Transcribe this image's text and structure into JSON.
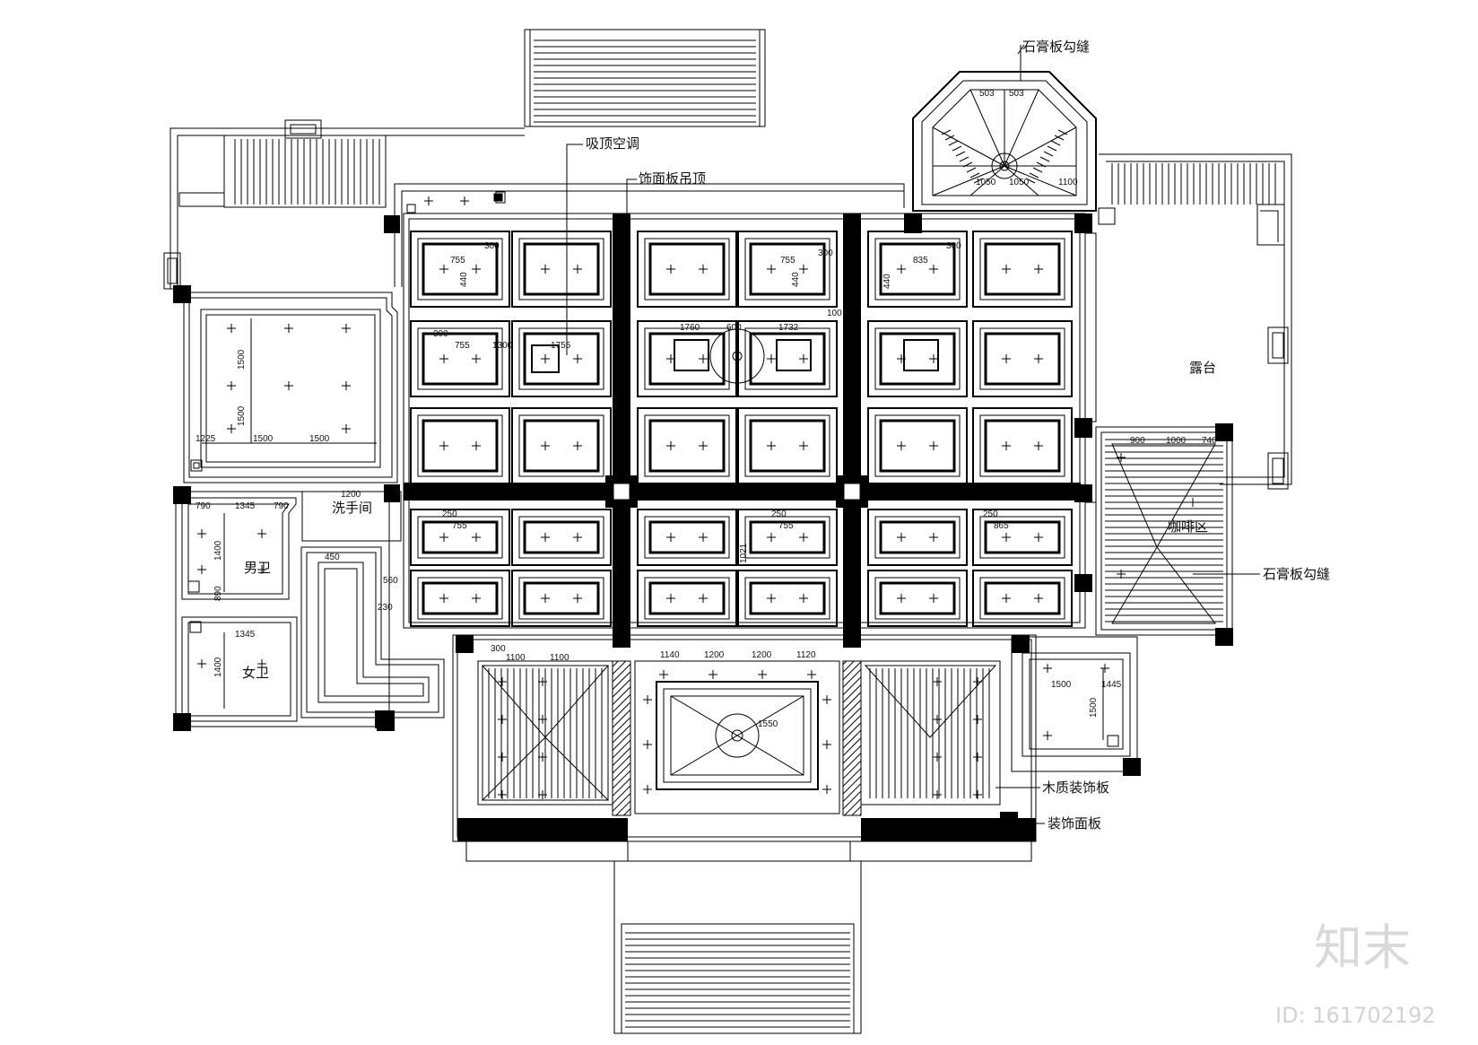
{
  "drawing": {
    "labels": {
      "top_gypsum_seam": "石膏板勾缝",
      "ceiling_ac": "吸顶空调",
      "veneer_ceiling": "饰面板吊顶",
      "terrace": "露台",
      "cafe": "咖啡区",
      "right_gypsum_seam": "石膏板勾缝",
      "wood_decor": "木质装饰板",
      "decor_panel": "装饰面板",
      "washroom": "洗手间",
      "mens": "男卫",
      "womens": "女卫"
    },
    "dimensions": {
      "d300a": "300",
      "d755a": "755",
      "d440a": "440",
      "d755b": "755",
      "d300b": "300",
      "d440b": "440",
      "d835": "835",
      "d300c": "300",
      "d440c": "440",
      "d300d": "300",
      "d755c": "755",
      "d1300": "1300",
      "d1755": "1755",
      "d1760": "1760",
      "d600": "600",
      "d1732": "1732",
      "d100": "100",
      "d1500a": "1500",
      "d1500b": "1500",
      "d1500c": "1500",
      "d1500d": "1500",
      "d1225": "1225",
      "d250a": "250",
      "d755d": "755",
      "d250b": "250",
      "d755e": "755",
      "d250c": "250",
      "d865": "865",
      "d1021": "1021",
      "d900": "900",
      "d1000": "1000",
      "d740": "740",
      "d1200": "1200",
      "d790a": "790",
      "d1345a": "1345",
      "d790b": "790",
      "d1400a": "1400",
      "d890": "890",
      "d1345b": "1345",
      "d1400b": "1400",
      "d450": "450",
      "d560": "560",
      "d230": "230",
      "d300e": "300",
      "d1100a": "1100",
      "d1100b": "1100",
      "d1140": "1140",
      "d1200b": "1200",
      "d1200c": "1200",
      "d1120": "1120",
      "d1550": "1550",
      "d1500e": "1500",
      "d1445": "1445",
      "d1500f": "1500",
      "d503": "503",
      "d1050": "1050",
      "d1100c": "1100"
    },
    "watermark": {
      "logo": "知末",
      "id": "ID: 161702192"
    }
  }
}
